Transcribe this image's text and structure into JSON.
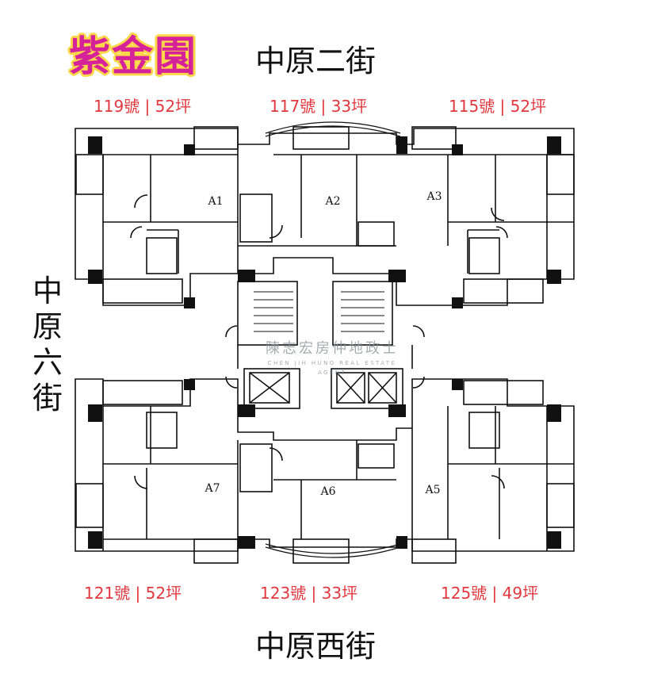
{
  "brand": {
    "name": "紫金園"
  },
  "streets": {
    "top": "中原二街",
    "bottom": "中原西街",
    "left": "中原六街"
  },
  "units_top": [
    {
      "label": "119號 | 52坪"
    },
    {
      "label": "117號 | 33坪"
    },
    {
      "label": "115號 | 52坪"
    }
  ],
  "units_bottom": [
    {
      "label": "121號 | 52坪"
    },
    {
      "label": "123號 | 33坪"
    },
    {
      "label": "125號 | 49坪"
    }
  ],
  "rooms": {
    "a1": "A1",
    "a2": "A2",
    "a3": "A3",
    "a5": "A5",
    "a6": "A6",
    "a7": "A7"
  },
  "watermark": {
    "main": "陳志宏房仲地政士",
    "sub": "CHEN JIH HUNG REAL ESTATE AGENT"
  },
  "colors": {
    "brand": "#d6229a",
    "brand_outline": "#ffd84a",
    "unit_label": "#e0383e",
    "wall": "#111111",
    "watermark": "#8a8f96"
  }
}
